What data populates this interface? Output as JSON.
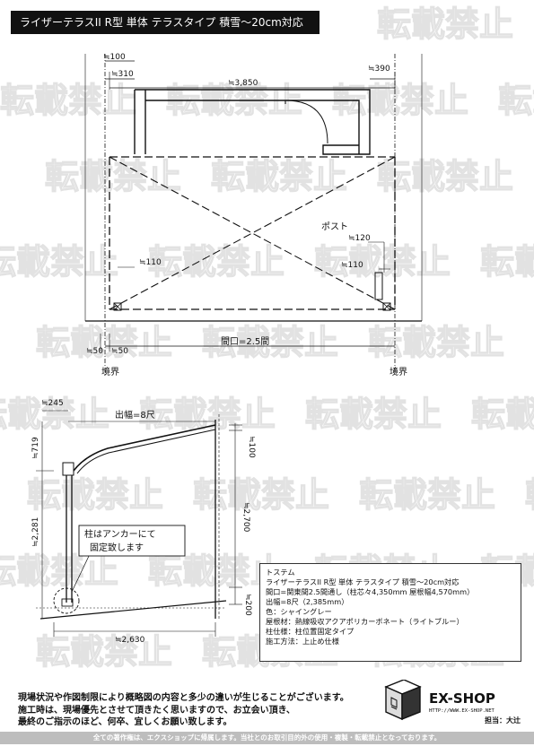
{
  "title": "ライザーテラスII R型 単体 テラスタイプ 積雪〜20cm対応",
  "watermark_text": "転載禁止",
  "plan": {
    "dims": {
      "top_left_100": "≒100",
      "top_left_310": "≒310",
      "top_right_390": "≒390",
      "width_3850": "≒3,850",
      "post_label": "ポスト",
      "post_120": "≒120",
      "left_110": "≒110",
      "right_110": "≒110",
      "bottom_50a": "≒50",
      "bottom_50b": "≒50",
      "span": "間口=2.5間",
      "boundary_left": "境界",
      "boundary_right": "境界"
    }
  },
  "section": {
    "dims": {
      "top_245": "≒245",
      "depth": "出幅=8尺",
      "left_719": "≒719",
      "left_2281": "≒2,281",
      "right_100": "≒100",
      "right_2700": "≒2,700",
      "right_200": "≒200",
      "bottom_2630": "≒2,630"
    },
    "anchor_note": [
      "柱はアンカーにて",
      "固定致します"
    ]
  },
  "spec": {
    "lines": [
      "トステム",
      "ライザーテラスII R型 単体 テラスタイプ 積雪〜20cm対応",
      "間口=関東間2.5間通し（柱芯々4,350mm 屋根幅4,570mm）",
      "出幅=8尺（2,385mm）",
      "色：シャイングレー",
      "屋根材：熱線吸収アクアポリカーボネート（ライトブルー）",
      "柱仕様：柱位置固定タイプ",
      "施工方法：上止め仕様"
    ]
  },
  "notice": [
    "現場状況や作図制限により概略図の内容と多少の違いが生じることがございます。",
    "施工時は、現場優先とさせて頂きたく思いますので、お立会い頂き、",
    "最終のご指示のほど、何卒、宜しくお願い致します。"
  ],
  "logo": {
    "brand": "EX-SHOP",
    "url": "HTTP://WWW.EX-SHOP.NET",
    "staff": "担当：大辻"
  },
  "footer": "全ての著作権は、エクスショップに帰属します。当社とのお取引目的外の使用・複製・転載禁止となっております。"
}
